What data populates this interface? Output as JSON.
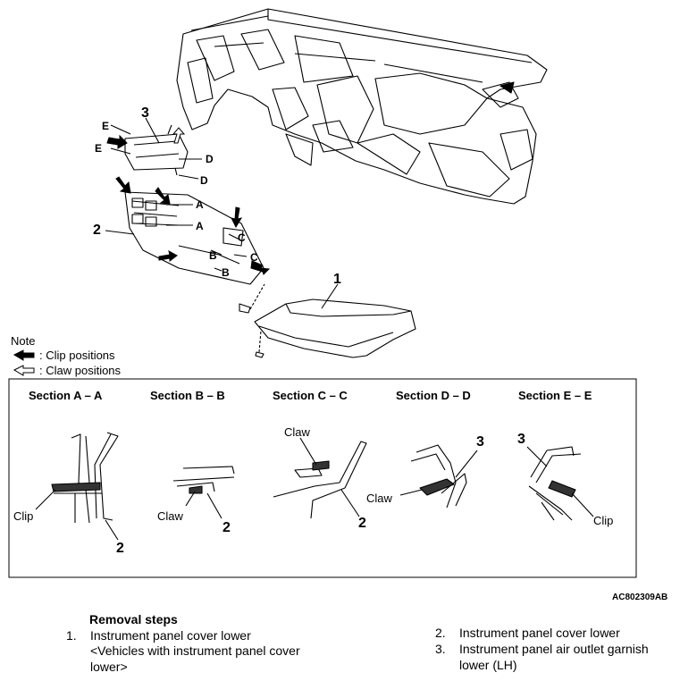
{
  "callouts": {
    "n1": "1",
    "n2": "2",
    "n3": "3"
  },
  "view_letters": {
    "a": "A",
    "b": "B",
    "c": "C",
    "d": "D",
    "e": "E"
  },
  "legend": {
    "title": "Note",
    "clip_label": ": Clip positions",
    "claw_label": ": Claw positions"
  },
  "sections": [
    {
      "title": "Section A – A",
      "label": "Clip",
      "part": "2"
    },
    {
      "title": "Section B – B",
      "label": "Claw",
      "part": "2"
    },
    {
      "title": "Section C – C",
      "label": "Claw",
      "part": "2"
    },
    {
      "title": "Section D – D",
      "label": "Claw",
      "part": "3"
    },
    {
      "title": "Section E – E",
      "label": "Clip",
      "part": "3"
    }
  ],
  "figure_code": "AC802309AB",
  "removal": {
    "heading": "Removal steps",
    "steps": [
      {
        "num": "1.",
        "text": "Instrument panel cover lower"
      },
      {
        "num": "",
        "text": "<Vehicles with instrument panel cover"
      },
      {
        "num": "",
        "text": "lower>"
      },
      {
        "num": "2.",
        "text": "Instrument panel cover lower"
      },
      {
        "num": "3.",
        "text": "Instrument panel air outlet garnish"
      },
      {
        "num": "",
        "text": "lower (LH)"
      }
    ]
  }
}
